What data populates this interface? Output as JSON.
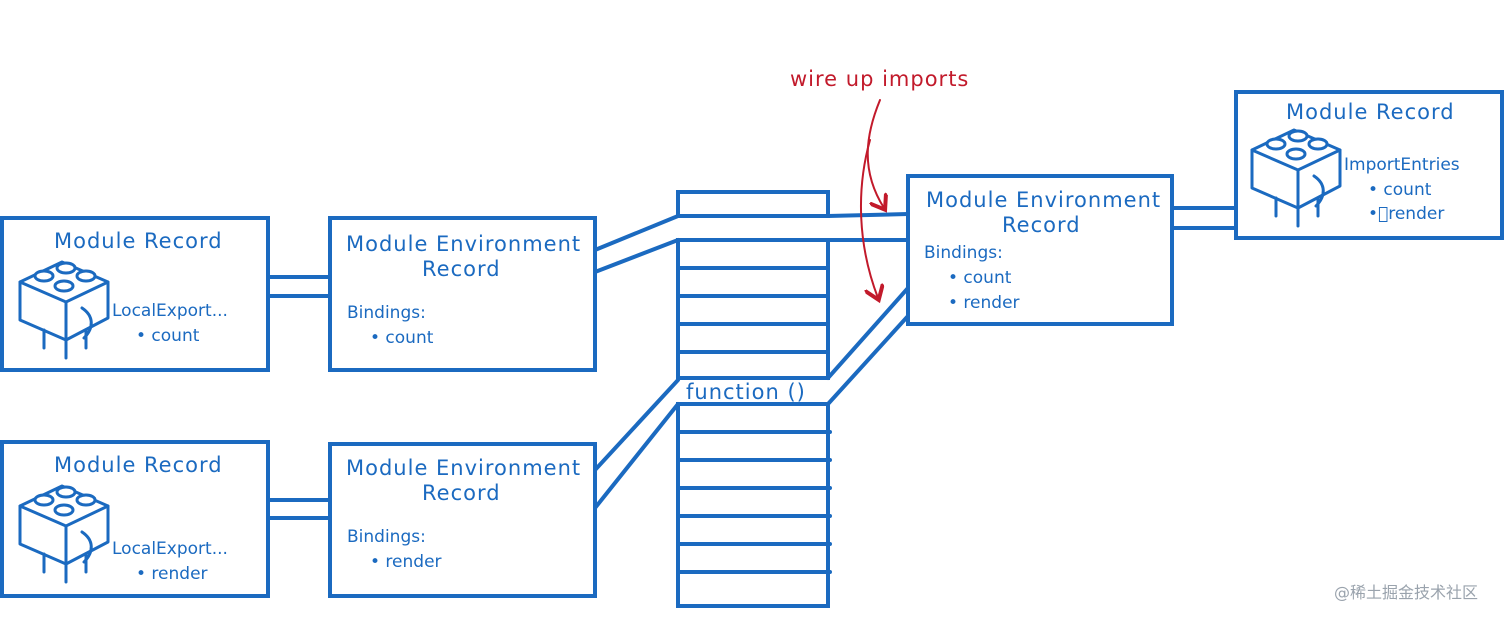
{
  "annotation": "wire up imports",
  "watermark": "@稀土掘金技术社区",
  "colors": {
    "stroke": "#1b6ac0",
    "annotation": "#c21a2b"
  },
  "modules": [
    {
      "record": {
        "title": "Module Record",
        "entries_label": "LocalExport...",
        "items": [
          "• count"
        ]
      },
      "env": {
        "title_line1": "Module Environment",
        "title_line2": "Record",
        "bindings_label": "Bindings:",
        "items": [
          "• count"
        ]
      }
    },
    {
      "record": {
        "title": "Module Record",
        "entries_label": "LocalExport...",
        "items": [
          "• render"
        ]
      },
      "env": {
        "title_line1": "Module Environment",
        "title_line2": "Record",
        "bindings_label": "Bindings:",
        "items": [
          "• render"
        ]
      }
    },
    {
      "record": {
        "title": "Module Record",
        "entries_label": "ImportEntries",
        "items": [
          "• count",
          "•render"
        ]
      },
      "env": {
        "title_line1": "Module Environment",
        "title_line2": "Record",
        "bindings_label": "Bindings:",
        "items": [
          "• count",
          "• render"
        ]
      }
    }
  ],
  "memory": {
    "function_label": "function ()"
  },
  "icons": {
    "module_record_icon": "lego-brick-icon"
  }
}
